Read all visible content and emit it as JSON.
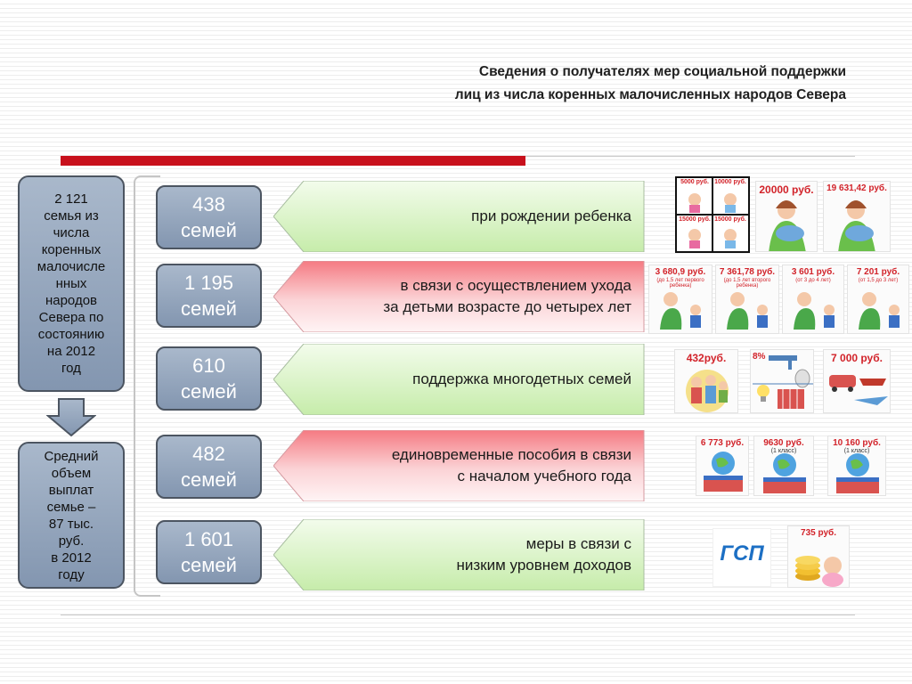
{
  "title": {
    "line1": "Сведения о получателях мер социальной поддержки",
    "line2": "лиц из числа коренных малочисленных народов Севера"
  },
  "summary": {
    "lines": [
      "2 121",
      "семья из",
      "числа",
      "коренных",
      "малочисле",
      "нных",
      "народов",
      "Севера по",
      "состоянию",
      "на 2012",
      "год"
    ]
  },
  "average": {
    "lines": [
      "Средний",
      "объем",
      "выплат",
      "семье –",
      "87 тыс.",
      "руб.",
      "в 2012",
      "году"
    ]
  },
  "rows": [
    {
      "count": "438",
      "unit": "семей",
      "color": "green",
      "text": [
        "при рождении ребенка"
      ],
      "prices": [
        "5000 руб.",
        "10000 руб.",
        "15000 руб.",
        "15000 руб.",
        "20000 руб.",
        "19 631,42 руб."
      ]
    },
    {
      "count": "1 195",
      "unit": "семей",
      "color": "red",
      "text": [
        "в связи с осуществлением ухода",
        "за детьми возрасте до четырех лет"
      ],
      "prices": [
        "3 680,9 руб.",
        "7 361,78 руб.",
        "3 601 руб.",
        "7 201 руб."
      ],
      "notes": [
        "(до 1,5 лет первого ребенка)",
        "(до 1,5 лет второго ребенка)",
        "(от 3 до 4 лет)",
        "(от 1,5 до 3 лет)"
      ]
    },
    {
      "count": "610",
      "unit": "семей",
      "color": "green",
      "text": [
        "поддержка многодетных семей"
      ],
      "prices": [
        "432руб.",
        "8%",
        "7 000 руб."
      ]
    },
    {
      "count": "482",
      "unit": "семей",
      "color": "red",
      "text": [
        "единовременные пособия в связи",
        "с началом учебного года"
      ],
      "prices": [
        "6 773 руб.",
        "9630 руб.",
        "10 160 руб."
      ],
      "notes": [
        "",
        "(1 класс)",
        "(1 класс)"
      ]
    },
    {
      "count": "1 601",
      "unit": "семей",
      "color": "green",
      "text": [
        "меры в связи с",
        "низким уровнем доходов"
      ],
      "prices": [
        "ГСП",
        "735 руб."
      ]
    }
  ],
  "colors": {
    "accent_red": "#c8101c",
    "box_blue": "#8fa0b8",
    "banner_green": "#d9f5c6",
    "banner_red": "#f5a3a8",
    "price_red": "#d2232a"
  }
}
